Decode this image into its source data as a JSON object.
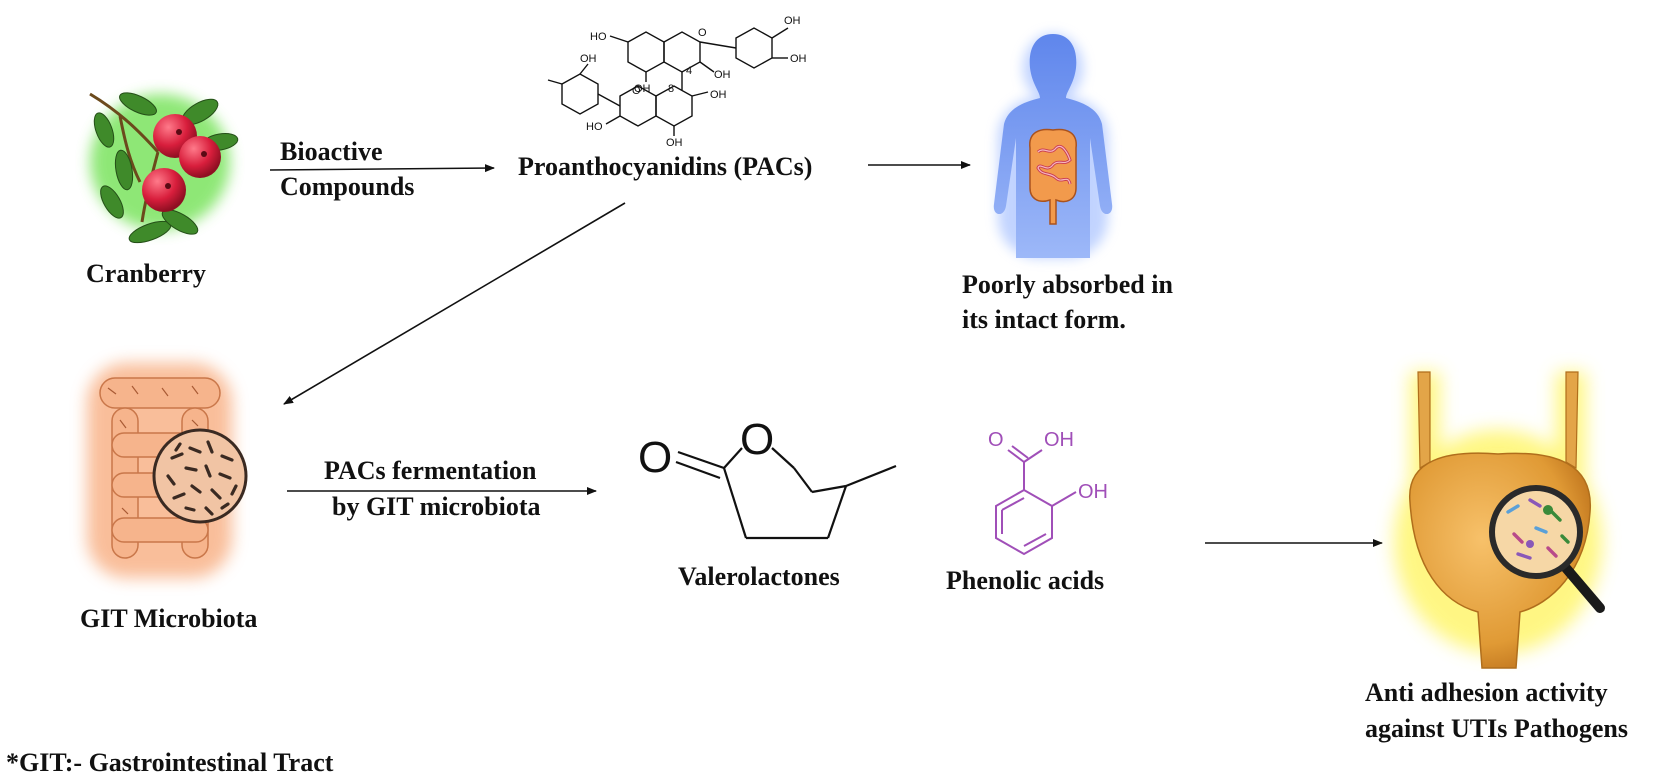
{
  "labels": {
    "cranberry": "Cranberry",
    "bioactive_line1": "Bioactive",
    "bioactive_line2": "Compounds",
    "pacs": "Proanthocyanidins (PACs)",
    "poorly_line1": "Poorly absorbed in",
    "poorly_line2": "its intact form.",
    "git_microbiota": "GIT Microbiota",
    "fermentation_line1": "PACs fermentation",
    "fermentation_line2": "by GIT microbiota",
    "valerolactones": "Valerolactones",
    "phenolic_acids": "Phenolic acids",
    "anti_line1": "Anti adhesion activity",
    "anti_line2": "against UTIs Pathogens",
    "footnote": "*GIT:- Gastrointestinal Tract"
  },
  "molecule_labels": {
    "ho": "HO",
    "oh": "OH",
    "o": "O",
    "four": "4",
    "eight": "8"
  },
  "colors": {
    "text": "#111111",
    "berry": "#d81e3c",
    "leaf": "#3f8a2a",
    "leaf_glow": "#69e04a",
    "body_blue": "#6f97f2",
    "gut_orange": "#f4a176",
    "bladder": "#e09a35",
    "bladder_glow": "#fff45a",
    "phenolic_purple": "#a04fb8"
  },
  "icons": [
    "cranberry-icon",
    "human-body-icon",
    "intestine-icon",
    "gut-microbiota-icon",
    "bladder-icon",
    "magnifier-icon"
  ]
}
